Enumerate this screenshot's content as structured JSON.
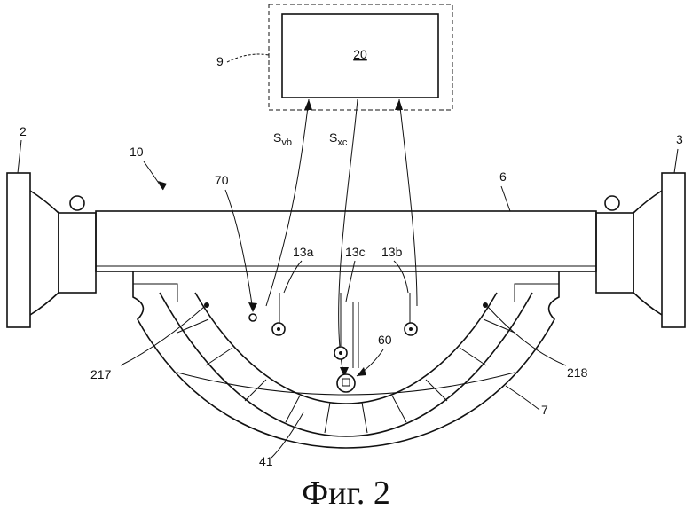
{
  "labels": {
    "ctrl_box": "9",
    "unit": "20",
    "meter": "10",
    "inlet": "2",
    "outlet": "3",
    "bar": "6",
    "sig_vb_main": "S",
    "sig_vb_sub": "vb",
    "sig_xc_main": "S",
    "sig_xc_sub": "xc",
    "sensor_a": "13a",
    "sensor_c": "13c",
    "sensor_b": "13b",
    "sensor_70": "70",
    "sensor_60": "60",
    "node_217": "217",
    "node_218": "218",
    "housing": "7",
    "tube": "41"
  },
  "caption": "Фиг. 2"
}
